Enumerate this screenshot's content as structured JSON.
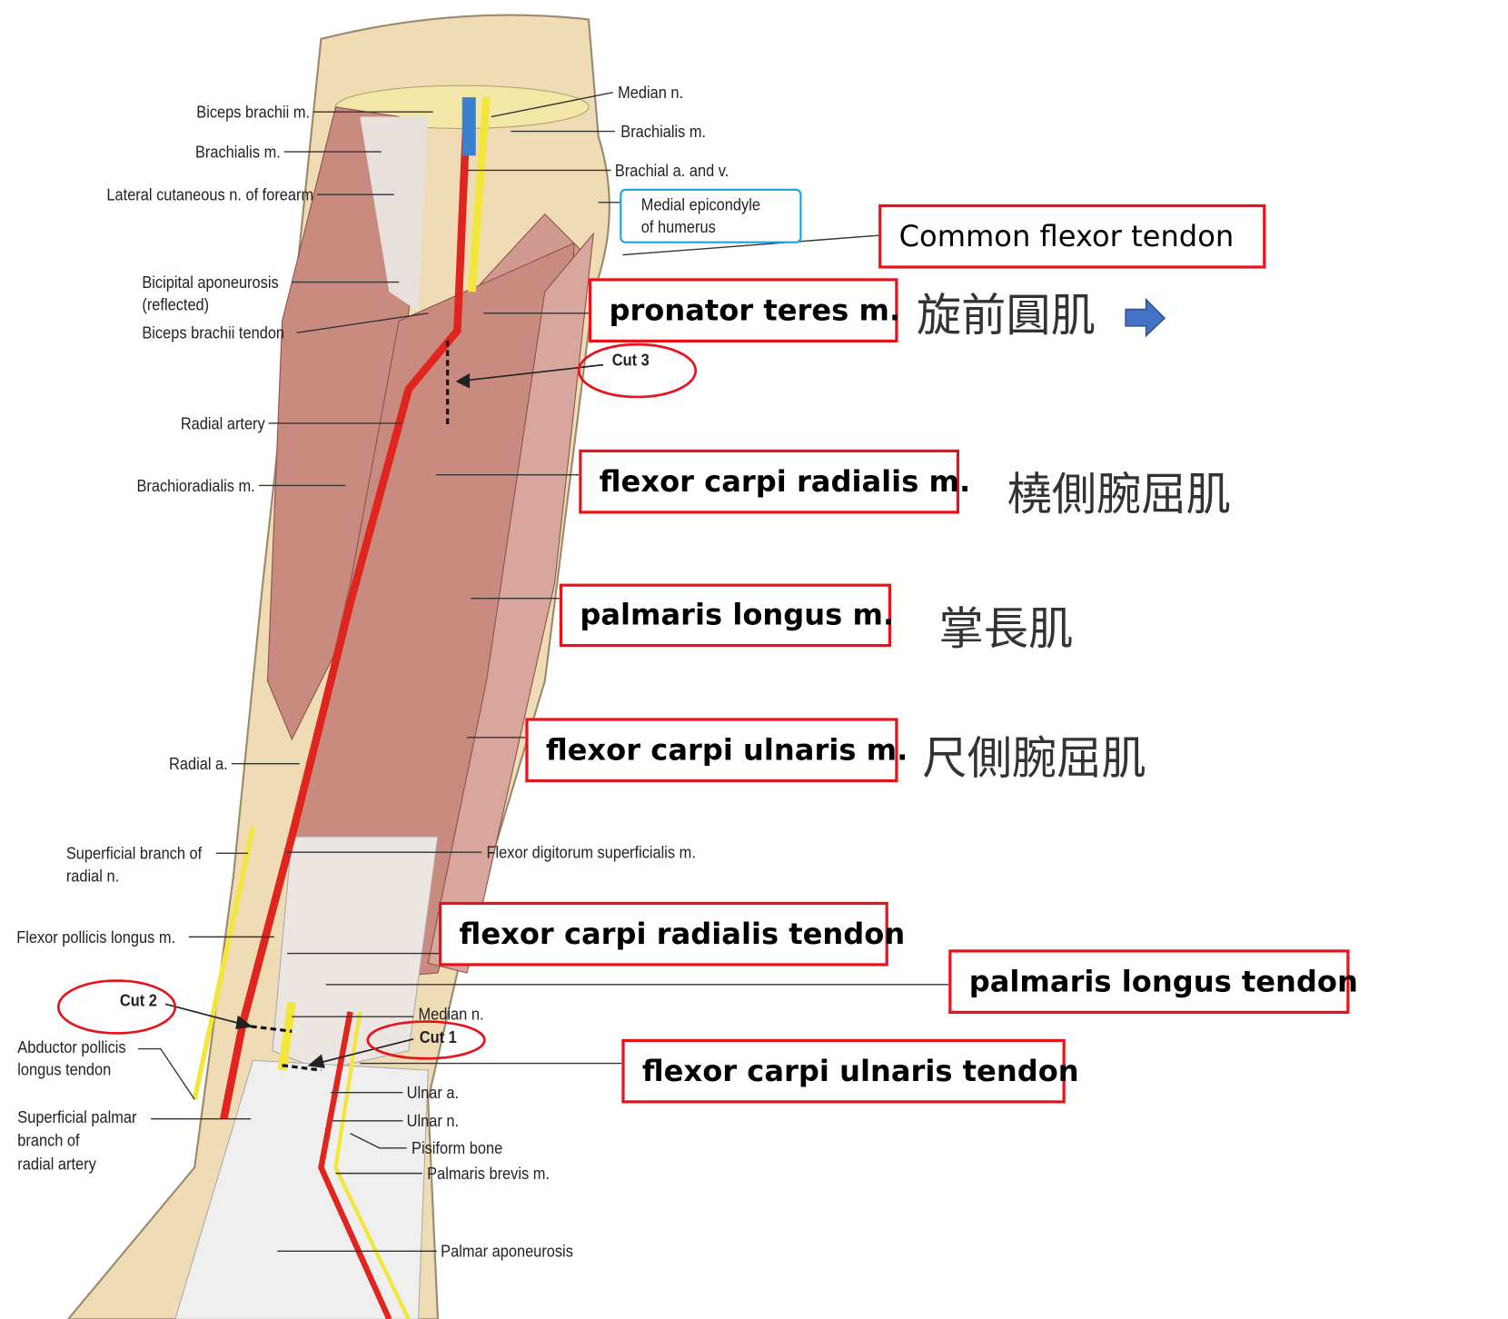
{
  "left_labels": {
    "biceps_brachii": "Biceps brachii m.",
    "brachialis": "Brachialis m.",
    "lat_cutaneous": "Lateral cutaneous n. of forearm",
    "bicipital_1": "Bicipital aponeurosis",
    "bicipital_2": "(reflected)",
    "biceps_tendon": "Biceps brachii tendon",
    "radial_artery": "Radial artery",
    "brachioradialis": "Brachioradialis m.",
    "radial_a": "Radial a.",
    "sup_branch_1": "Superficial branch of",
    "sup_branch_2": "radial n.",
    "fpl": "Flexor pollicis longus m.",
    "apl_1": "Abductor pollicis",
    "apl_2": "longus tendon",
    "sp_1": "Superficial palmar",
    "sp_2": "branch of",
    "sp_3": "radial artery"
  },
  "right_labels": {
    "median_top": "Median n.",
    "brachialis": "Brachialis m.",
    "brachial_av": "Brachial a. and v.",
    "epicondyle_1": "Medial epicondyle",
    "epicondyle_2": "of humerus",
    "fds": "Flexor digitorum superficialis m.",
    "median_low": "Median n.",
    "ulnar_a": "Ulnar a.",
    "ulnar_n": "Ulnar n.",
    "pisiform": "Pisiform bone",
    "palmaris_brevis": "Palmaris brevis m.",
    "palmar_apo": "Palmar aponeurosis"
  },
  "cuts": {
    "cut1": "Cut 1",
    "cut2": "Cut 2",
    "cut3": "Cut 3"
  },
  "annotations": {
    "common_flexor": "Common flexor tendon",
    "pronator": "pronator teres m.",
    "pronator_zh": "旋前圓肌",
    "fcr": "flexor carpi radialis m.",
    "fcr_zh": "橈側腕屈肌",
    "pl": "palmaris longus m.",
    "pl_zh": "掌長肌",
    "fcu": "flexor carpi ulnaris m.",
    "fcu_zh": "尺側腕屈肌",
    "fcr_tendon": "flexor carpi radialis tendon",
    "pl_tendon": "palmaris longus tendon",
    "fcu_tendon": "flexor carpi ulnaris tendon"
  },
  "colors": {
    "annotation_border": "#e8121a",
    "epicondyle_border": "#1aa3e0",
    "arrow": "#4472c4",
    "artery": "#e0241e",
    "nerve": "#f2e63a",
    "muscle": "#c98a80",
    "skin": "#f0dcb4"
  }
}
